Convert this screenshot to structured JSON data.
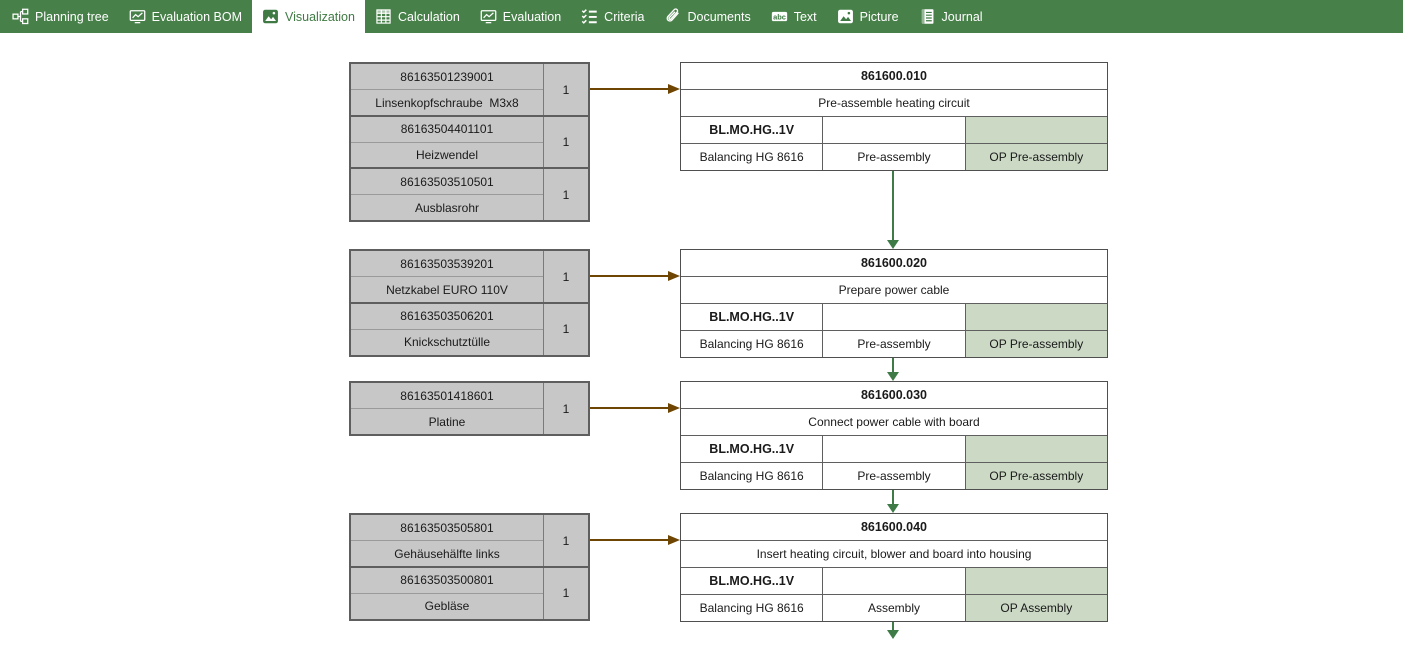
{
  "toolbar": {
    "tabs": [
      {
        "label": "Planning tree",
        "icon": "planning-tree-icon",
        "selected": false
      },
      {
        "label": "Evaluation BOM",
        "icon": "evaluation-bom-icon",
        "selected": false
      },
      {
        "label": "Visualization",
        "icon": "visualization-icon",
        "selected": true
      },
      {
        "label": "Calculation",
        "icon": "calculation-icon",
        "selected": false
      },
      {
        "label": "Evaluation",
        "icon": "evaluation-icon",
        "selected": false
      },
      {
        "label": "Criteria",
        "icon": "criteria-icon",
        "selected": false
      },
      {
        "label": "Documents",
        "icon": "documents-icon",
        "selected": false
      },
      {
        "label": "Text",
        "icon": "text-icon",
        "selected": false
      },
      {
        "label": "Picture",
        "icon": "picture-icon",
        "selected": false
      },
      {
        "label": "Journal",
        "icon": "journal-icon",
        "selected": false
      }
    ]
  },
  "colors": {
    "toolbar_green": "#48804A",
    "selected_tab_text": "#3F7A44",
    "material_box_bg": "#C7C7C7",
    "box_border": "#5F5F5F",
    "highlight_cell_green": "#CBD9C5",
    "material_arrow_brown": "#6E4503",
    "flow_arrow_green": "#3E7B46"
  },
  "groups": [
    {
      "materials": [
        {
          "number": "86163501239001",
          "name": "Linsenkopfschraube  M3x8",
          "qty": "1"
        },
        {
          "number": "86163504401101",
          "name": "Heizwendel",
          "qty": "1"
        },
        {
          "number": "86163503510501",
          "name": "Ausblasrohr",
          "qty": "1"
        }
      ],
      "operation": {
        "id": "861600.010",
        "description": "Pre-assemble heating circuit",
        "work_center": "BL.MO.HG..1V",
        "department": "Balancing HG 8616",
        "process": "Pre-assembly",
        "op_type": "OP Pre-assembly"
      }
    },
    {
      "materials": [
        {
          "number": "86163503539201",
          "name": "Netzkabel EURO 110V",
          "qty": "1"
        },
        {
          "number": "86163503506201",
          "name": "Knickschutztülle",
          "qty": "1"
        }
      ],
      "operation": {
        "id": "861600.020",
        "description": "Prepare power cable",
        "work_center": "BL.MO.HG..1V",
        "department": "Balancing HG 8616",
        "process": "Pre-assembly",
        "op_type": "OP Pre-assembly"
      }
    },
    {
      "materials": [
        {
          "number": "86163501418601",
          "name": "Platine",
          "qty": "1"
        }
      ],
      "operation": {
        "id": "861600.030",
        "description": "Connect power cable with board",
        "work_center": "BL.MO.HG..1V",
        "department": "Balancing HG 8616",
        "process": "Pre-assembly",
        "op_type": "OP Pre-assembly"
      }
    },
    {
      "materials": [
        {
          "number": "86163503505801",
          "name": "Gehäusehälfte links",
          "qty": "1"
        },
        {
          "number": "86163503500801",
          "name": "Gebläse",
          "qty": "1"
        }
      ],
      "operation": {
        "id": "861600.040",
        "description": "Insert heating circuit, blower and board into housing",
        "work_center": "BL.MO.HG..1V",
        "department": "Balancing HG 8616",
        "process": "Assembly",
        "op_type": "OP Assembly"
      }
    }
  ]
}
